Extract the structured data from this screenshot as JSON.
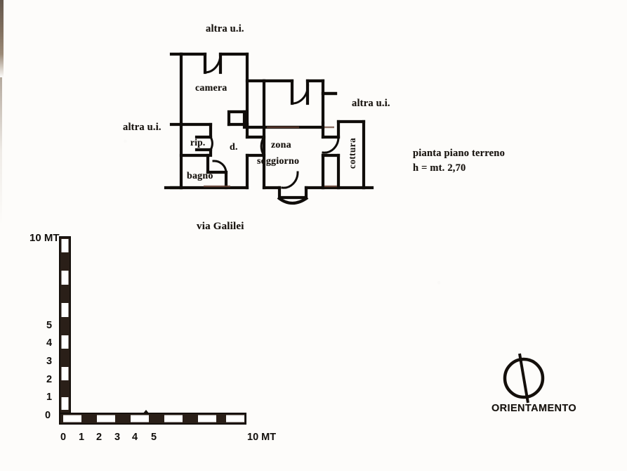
{
  "document": {
    "type": "architectural-floor-plan",
    "language": "it"
  },
  "plan": {
    "street_label": "via Galilei",
    "neighbors": [
      {
        "id": "top",
        "label": "altra u.i."
      },
      {
        "id": "left",
        "label": "altra u.i."
      },
      {
        "id": "right",
        "label": "altra u.i."
      }
    ],
    "rooms": [
      {
        "id": "camera",
        "label": "camera"
      },
      {
        "id": "rip",
        "label": "rip."
      },
      {
        "id": "bagno",
        "label": "bagno"
      },
      {
        "id": "disimpegno",
        "label": "d."
      },
      {
        "id": "zona-soggiorno",
        "label": "zona\nsoggiorno"
      },
      {
        "id": "zona-line1",
        "label": "zona"
      },
      {
        "id": "zona-line2",
        "label": "soggiorno"
      },
      {
        "id": "cottura",
        "label": "cottura"
      }
    ]
  },
  "notes": {
    "line1": "pianta piano terreno",
    "line2": "h = mt. 2,70"
  },
  "scale": {
    "vertical": {
      "top_label": "10 MT",
      "ticks": [
        "5",
        "4",
        "3",
        "2",
        "1",
        "0"
      ]
    },
    "horizontal": {
      "ticks": [
        "0",
        "1",
        "2",
        "3",
        "4",
        "5"
      ],
      "end_label": "10 MT"
    },
    "unit": "MT",
    "max": 10
  },
  "compass": {
    "label": "ORIENTAMENTO",
    "icon": "circle-with-needle"
  },
  "colors": {
    "ink": "#17130f",
    "paper": "#fdfcfa",
    "wall": "#100d0a",
    "scale_fill": "#2a1f18",
    "rust": "#5d3a2e"
  }
}
